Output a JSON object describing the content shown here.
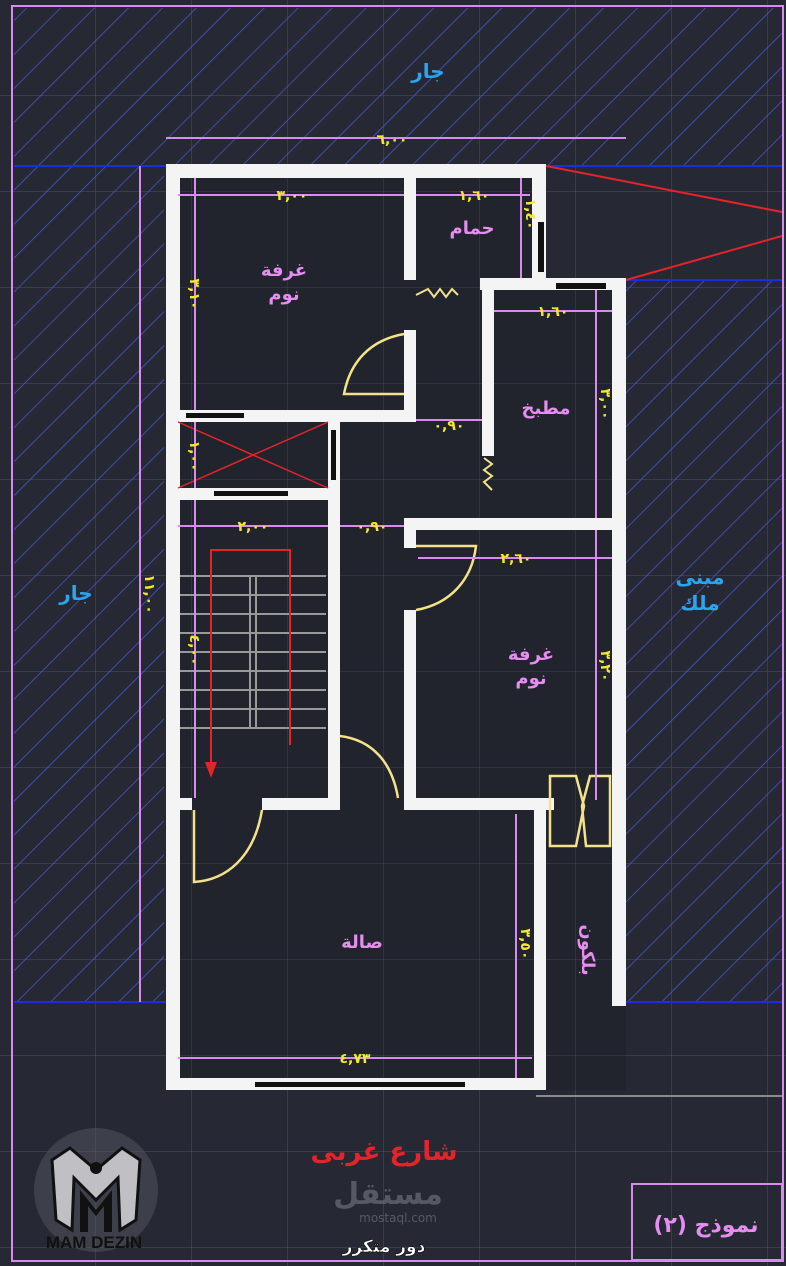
{
  "labels": {
    "neighbor_top": "جار",
    "neighbor_left": "جار",
    "owned_building": [
      "مبنى",
      "ملك"
    ],
    "bedroom_1": [
      "غرفة",
      "نوم"
    ],
    "bathroom": "حمام",
    "kitchen": "مطبخ",
    "bedroom_2": [
      "غرفة",
      "نوم"
    ],
    "living_hall": "صالة",
    "balcony": "بلكون",
    "street": "شارع غربى",
    "floor_type": "دور متكرر",
    "model_title": "نموذج (٢)"
  },
  "dimensions": {
    "total_width": "٦,٠٠",
    "total_length": "١١,٠٠",
    "bedroom_1_width": "٣,٠٠",
    "bedroom_1_length": "٣,١٠",
    "bathroom_width": "١,٦٠",
    "bathroom_length": "١,٤٠",
    "kitchen_width": "١,٦٠",
    "kitchen_length": "٣,٠٠",
    "corridor_1": "٠,٩٠",
    "shaft_length": "١,٠٠",
    "stairs_width": "٢,٠٠",
    "corridor_2": "٠,٩٠",
    "stairs_length": "٤,٠٠",
    "bedroom_2_width": "٢,٦٠",
    "bedroom_2_length": "٣,٢٠",
    "hall_length": "٣,٥٠",
    "hall_width": "٤,٧٣"
  },
  "logo": {
    "text": "MAM DEZIN"
  },
  "watermark": {
    "text": "مستقل",
    "sub": "mostaql.com"
  },
  "colors": {
    "background": "#262833",
    "dimension_line": "#d98cf0",
    "dimension_text": "#f5ea2a",
    "room_label": "#e58df0",
    "neighbor_label": "#2aa6f0",
    "street_label": "#e5232a",
    "wall": "#f4f4f4"
  }
}
